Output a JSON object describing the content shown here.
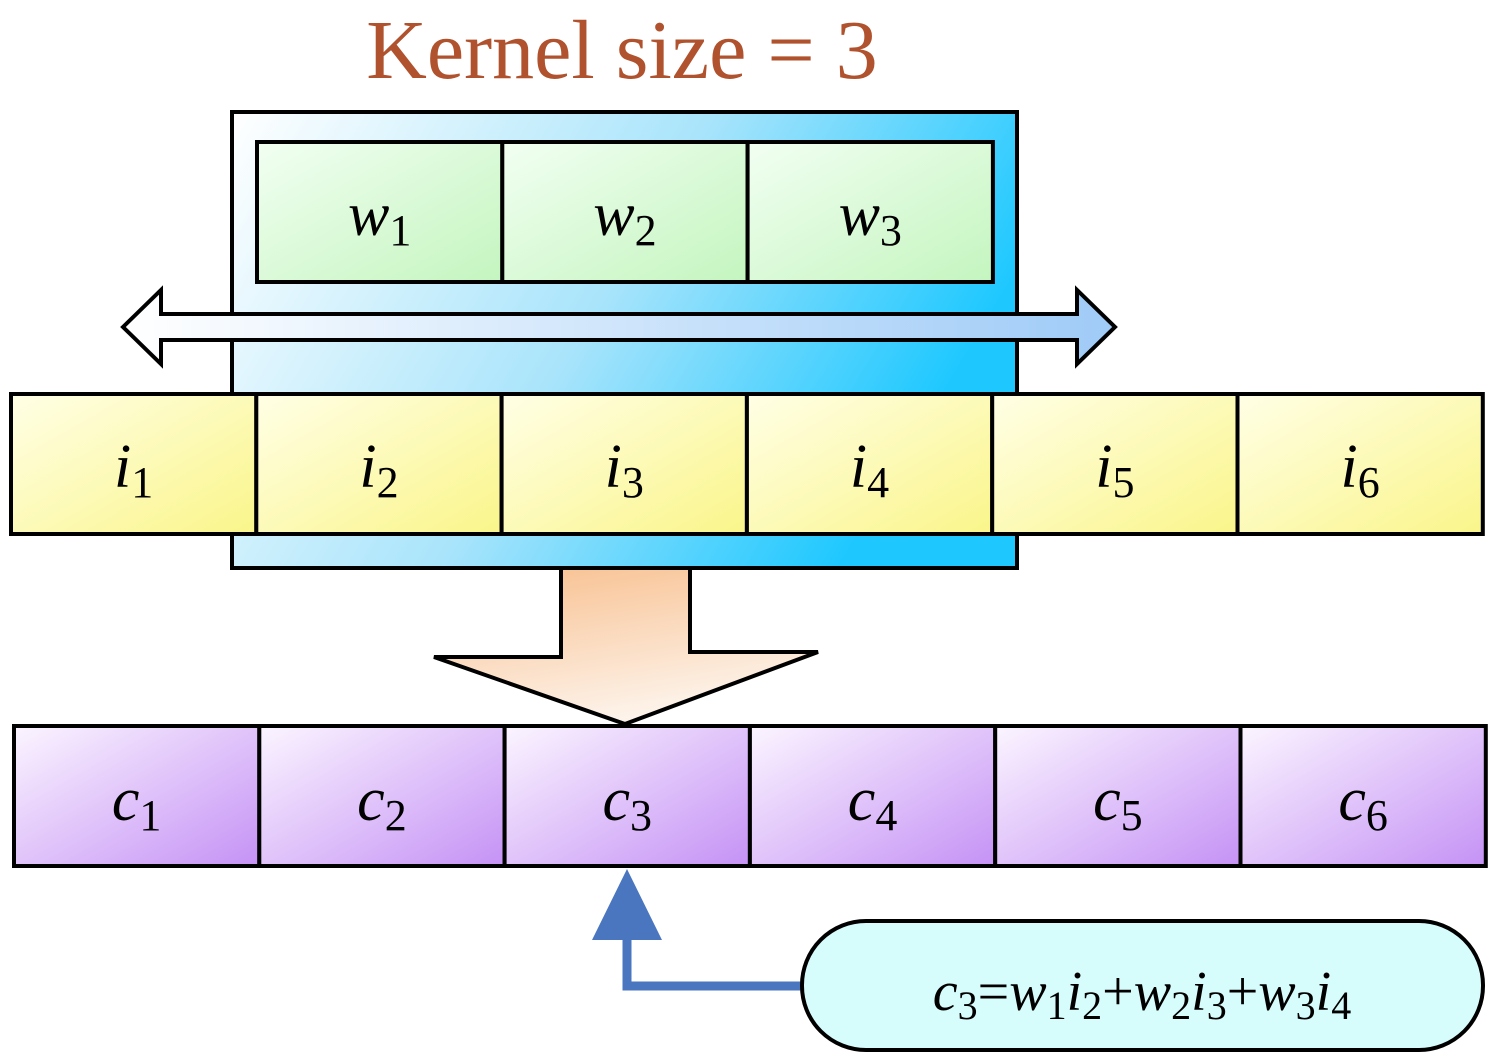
{
  "title": "Kernel size = 3",
  "kernel": [
    {
      "var": "w",
      "sub": "1"
    },
    {
      "var": "w",
      "sub": "2"
    },
    {
      "var": "w",
      "sub": "3"
    }
  ],
  "inputs": [
    {
      "var": "i",
      "sub": "1"
    },
    {
      "var": "i",
      "sub": "2"
    },
    {
      "var": "i",
      "sub": "3"
    },
    {
      "var": "i",
      "sub": "4"
    },
    {
      "var": "i",
      "sub": "5"
    },
    {
      "var": "i",
      "sub": "6"
    }
  ],
  "outputs": [
    {
      "var": "c",
      "sub": "1"
    },
    {
      "var": "c",
      "sub": "2"
    },
    {
      "var": "c",
      "sub": "3"
    },
    {
      "var": "c",
      "sub": "4"
    },
    {
      "var": "c",
      "sub": "5"
    },
    {
      "var": "c",
      "sub": "6"
    }
  ],
  "formula": [
    {
      "var": "c",
      "sub": "3"
    },
    {
      "op": "="
    },
    {
      "var": "w",
      "sub": "1"
    },
    {
      "var": "i",
      "sub": "2"
    },
    {
      "op": "+"
    },
    {
      "var": "w",
      "sub": "2"
    },
    {
      "var": "i",
      "sub": "3"
    },
    {
      "op": "+"
    },
    {
      "var": "w",
      "sub": "3"
    },
    {
      "var": "i",
      "sub": "4"
    }
  ],
  "colors": {
    "title": "#b0522d",
    "kernel_frame_light": "#ffffff",
    "kernel_frame_dark": "#1ec8ff",
    "kernel_cell_light": "#f2fff2",
    "kernel_cell_dark": "#c4f5bf",
    "input_cell_light": "#ffffe6",
    "input_cell_dark": "#faf58a",
    "output_cell_light": "#fbf5ff",
    "output_cell_dark": "#c592f5",
    "down_arrow_dark": "#f8be8c",
    "down_arrow_light": "#fdf3ea",
    "slide_arrow_light": "#ffffff",
    "slide_arrow_dark": "#9fcbf7",
    "pointer_arrow": "#4a76bf",
    "formula_box": "#d7fcfc"
  }
}
